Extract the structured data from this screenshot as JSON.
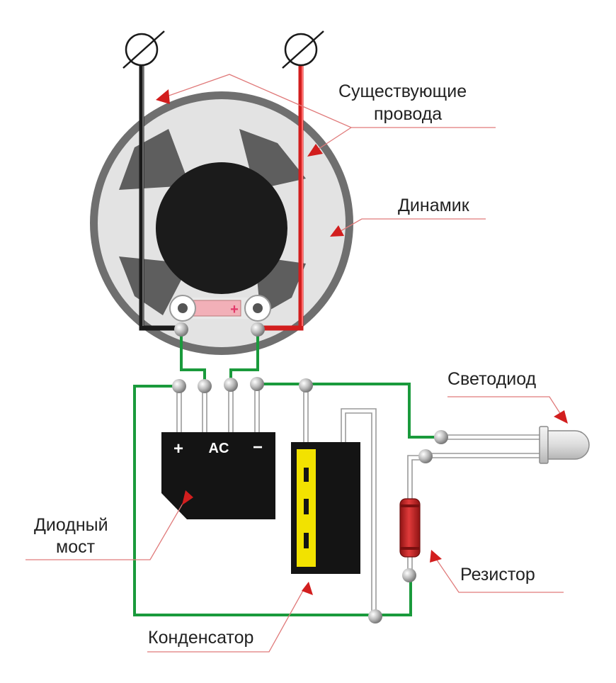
{
  "labels": {
    "existing_wires_1": "Существующие",
    "existing_wires_2": "провода",
    "speaker": "Динамик",
    "led": "Светодиод",
    "diode_bridge_1": "Диодный",
    "diode_bridge_2": "мост",
    "resistor": "Резистор",
    "capacitor": "Конденсатор"
  },
  "terminals": {
    "plus": "+"
  },
  "bridge_pins": {
    "plus": "+",
    "ac": "AC",
    "minus": "−"
  },
  "colors": {
    "wire_green": "#1a9a3c",
    "wire_red": "#d21e1e",
    "wire_black": "#1a1a1a",
    "pointer_red": "#d21e1e",
    "capacitor_stripe": "#f2e200",
    "resistor_body": "#cc2222",
    "component_body": "#141414"
  }
}
